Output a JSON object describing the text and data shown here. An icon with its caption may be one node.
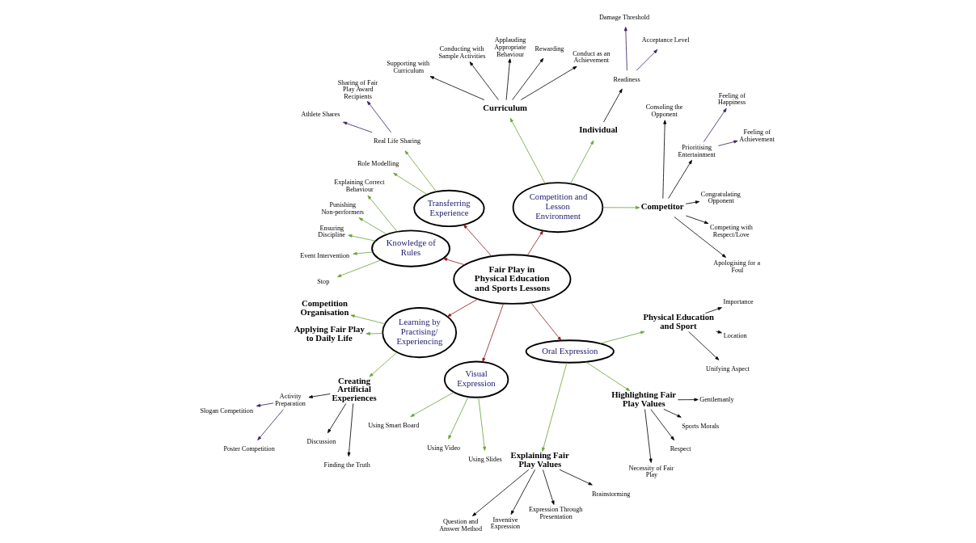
{
  "diagram": {
    "nodes": [
      {
        "text": [
          "Fair Play in Physical Education and Sports Lessons"
        ]
      },
      {
        "text": [
          "Competition and Lesson Environment"
        ]
      },
      {
        "text": [
          "Transferring Experience"
        ]
      },
      {
        "text": [
          "Knowledge of Rules"
        ]
      },
      {
        "text": [
          "Learning by Practising/ Experiencing"
        ]
      },
      {
        "text": [
          "Visual Expression"
        ]
      },
      {
        "text": [
          "Oral Expression"
        ]
      },
      {
        "text": [
          "Competitor"
        ]
      },
      {
        "text": [
          "Individual"
        ]
      },
      {
        "text": [
          "Curriculum"
        ]
      },
      {
        "text": [
          "Apologising for a Foul"
        ]
      },
      {
        "text": [
          "Competing with Respect/Love"
        ]
      },
      {
        "text": [
          "Congratulating Opponent"
        ]
      },
      {
        "text": [
          "Prioritising Entertainment"
        ]
      },
      {
        "text": [
          "Consoling the Opponent"
        ]
      },
      {
        "text": [
          "Feeling of Achievement"
        ]
      },
      {
        "text": [
          "Feeling of Happiness"
        ]
      },
      {
        "text": [
          "Readiness"
        ]
      },
      {
        "text": [
          "Acceptance Level"
        ]
      },
      {
        "text": [
          "Damage Threshold"
        ]
      },
      {
        "text": [
          "Conduct as an Achievement"
        ]
      },
      {
        "text": [
          "Rewarding"
        ]
      },
      {
        "text": [
          "Applauding Appropriate Behaviour"
        ]
      },
      {
        "text": [
          "Conducting with Sample Activities"
        ]
      },
      {
        "text": [
          "Supporting with Curriculum"
        ]
      },
      {
        "text": [
          "Real Life Sharing"
        ]
      },
      {
        "text": [
          "Role Modelling"
        ]
      },
      {
        "text": [
          "Sharing of Fair Play Award Recipients"
        ]
      },
      {
        "text": [
          "Athlete Shares"
        ]
      },
      {
        "text": [
          "Explaining Correct Behaviour"
        ]
      },
      {
        "text": [
          "Punishing Non-performers"
        ]
      },
      {
        "text": [
          "Ensuring Discipline"
        ]
      },
      {
        "text": [
          "Event Intervention"
        ]
      },
      {
        "text": [
          "Stop"
        ]
      },
      {
        "text": [
          "Competition Organisation"
        ]
      },
      {
        "text": [
          "Applying Fair Play to Daily Life"
        ]
      },
      {
        "text": [
          "Creating Artificial Experiences"
        ]
      },
      {
        "text": [
          "Activity Preparation"
        ]
      },
      {
        "text": [
          "Slogan Competition"
        ]
      },
      {
        "text": [
          "Poster Competition"
        ]
      },
      {
        "text": [
          "Discussion"
        ]
      },
      {
        "text": [
          "Finding the Truth"
        ]
      },
      {
        "text": [
          "Using Smart Board"
        ]
      },
      {
        "text": [
          "Using Video"
        ]
      },
      {
        "text": [
          "Using Slides"
        ]
      },
      {
        "text": [
          "Explaining Fair Play Values"
        ]
      },
      {
        "text": [
          "Highlighting Fair Play Values"
        ]
      },
      {
        "text": [
          "Physical Education and Sport"
        ]
      },
      {
        "text": [
          "Question and Answer Method"
        ]
      },
      {
        "text": [
          "Inventive Expression"
        ]
      },
      {
        "text": [
          "Expression Through Presentation"
        ]
      },
      {
        "text": [
          "Brainstorming"
        ]
      },
      {
        "text": [
          "Necessity of Fair Play"
        ]
      },
      {
        "text": [
          "Respect"
        ]
      },
      {
        "text": [
          "Sports Morals"
        ]
      },
      {
        "text": [
          "Gentlemanly"
        ]
      },
      {
        "text": [
          "Unifying Aspect"
        ]
      },
      {
        "text": [
          "Location"
        ]
      },
      {
        "text": [
          "Importance"
        ]
      }
    ],
    "edges": [
      {
        "from": 0,
        "to": 1,
        "arrow": "to",
        "color": "#8b1a1a"
      },
      {
        "from": 0,
        "to": 2,
        "arrow": "to",
        "color": "#8b1a1a"
      },
      {
        "from": 0,
        "to": 3,
        "arrow": "to",
        "color": "#8b1a1a"
      },
      {
        "from": 0,
        "to": 4,
        "arrow": "to",
        "color": "#8b1a1a"
      },
      {
        "from": 0,
        "to": 5,
        "arrow": "to",
        "color": "#8b1a1a"
      },
      {
        "from": 0,
        "to": 6,
        "arrow": "to",
        "color": "#8b1a1a"
      },
      {
        "from": 1,
        "to": 7,
        "arrow": "to",
        "color": "#6aa336"
      },
      {
        "from": 1,
        "to": 8,
        "arrow": "to",
        "color": "#6aa336"
      },
      {
        "from": 1,
        "to": 9,
        "arrow": "to",
        "color": "#6aa336"
      },
      {
        "from": 7,
        "to": 10,
        "arrow": "to"
      },
      {
        "from": 7,
        "to": 11,
        "arrow": "to"
      },
      {
        "from": 7,
        "to": 12,
        "arrow": "to"
      },
      {
        "from": 7,
        "to": 13,
        "arrow": "to"
      },
      {
        "from": 7,
        "to": 14,
        "arrow": "to"
      },
      {
        "from": 13,
        "to": 15,
        "arrow": "to",
        "color": "#3b1f5e"
      },
      {
        "from": 13,
        "to": 16,
        "arrow": "to",
        "color": "#3b1f5e"
      },
      {
        "from": 8,
        "to": 17,
        "arrow": "to"
      },
      {
        "from": 17,
        "to": 18,
        "arrow": "to",
        "color": "#3b1f5e"
      },
      {
        "from": 17,
        "to": 19,
        "arrow": "to",
        "color": "#3b1f5e"
      },
      {
        "from": 9,
        "to": 20,
        "arrow": "to"
      },
      {
        "from": 9,
        "to": 21,
        "arrow": "to"
      },
      {
        "from": 9,
        "to": 22,
        "arrow": "to"
      },
      {
        "from": 9,
        "to": 23,
        "arrow": "to"
      },
      {
        "from": 9,
        "to": 24,
        "arrow": "to"
      },
      {
        "from": 2,
        "to": 25,
        "arrow": "to",
        "color": "#6aa336"
      },
      {
        "from": 2,
        "to": 26,
        "arrow": "to",
        "color": "#6aa336"
      },
      {
        "from": 25,
        "to": 27,
        "arrow": "to",
        "color": "#3b1f5e"
      },
      {
        "from": 25,
        "to": 28,
        "arrow": "to",
        "color": "#3b1f5e"
      },
      {
        "from": 3,
        "to": 29,
        "arrow": "to",
        "color": "#6aa336"
      },
      {
        "from": 3,
        "to": 30,
        "arrow": "to",
        "color": "#6aa336"
      },
      {
        "from": 3,
        "to": 31,
        "arrow": "to",
        "color": "#6aa336"
      },
      {
        "from": 3,
        "to": 32,
        "arrow": "to",
        "color": "#6aa336"
      },
      {
        "from": 3,
        "to": 33,
        "arrow": "to",
        "color": "#6aa336"
      },
      {
        "from": 4,
        "to": 34,
        "arrow": "to",
        "color": "#6aa336"
      },
      {
        "from": 4,
        "to": 35,
        "arrow": "to",
        "color": "#6aa336"
      },
      {
        "from": 4,
        "to": 36,
        "arrow": "to",
        "color": "#6aa336"
      },
      {
        "from": 36,
        "to": 37,
        "arrow": "to"
      },
      {
        "from": 37,
        "to": 38,
        "arrow": "to",
        "color": "#3b1f5e"
      },
      {
        "from": 37,
        "to": 39,
        "arrow": "to",
        "color": "#3b1f5e"
      },
      {
        "from": 36,
        "to": 40,
        "arrow": "to"
      },
      {
        "from": 36,
        "to": 41,
        "arrow": "to"
      },
      {
        "from": 5,
        "to": 42,
        "arrow": "to",
        "color": "#6aa336"
      },
      {
        "from": 5,
        "to": 43,
        "arrow": "to",
        "color": "#6aa336"
      },
      {
        "from": 5,
        "to": 44,
        "arrow": "to",
        "color": "#6aa336"
      },
      {
        "from": 6,
        "to": 45,
        "arrow": "to",
        "color": "#6aa336"
      },
      {
        "from": 6,
        "to": 46,
        "arrow": "to",
        "color": "#6aa336"
      },
      {
        "from": 6,
        "to": 47,
        "arrow": "to",
        "color": "#6aa336"
      },
      {
        "from": 45,
        "to": 48,
        "arrow": "to"
      },
      {
        "from": 45,
        "to": 49,
        "arrow": "to"
      },
      {
        "from": 45,
        "to": 50,
        "arrow": "to"
      },
      {
        "from": 45,
        "to": 51,
        "arrow": "to"
      },
      {
        "from": 46,
        "to": 52,
        "arrow": "to"
      },
      {
        "from": 46,
        "to": 53,
        "arrow": "to"
      },
      {
        "from": 46,
        "to": 54,
        "arrow": "to"
      },
      {
        "from": 46,
        "to": 55,
        "arrow": "to"
      },
      {
        "from": 47,
        "to": 56,
        "arrow": "to"
      },
      {
        "from": 47,
        "to": 57,
        "arrow": "to"
      },
      {
        "from": 47,
        "to": 58,
        "arrow": "to"
      }
    ]
  }
}
